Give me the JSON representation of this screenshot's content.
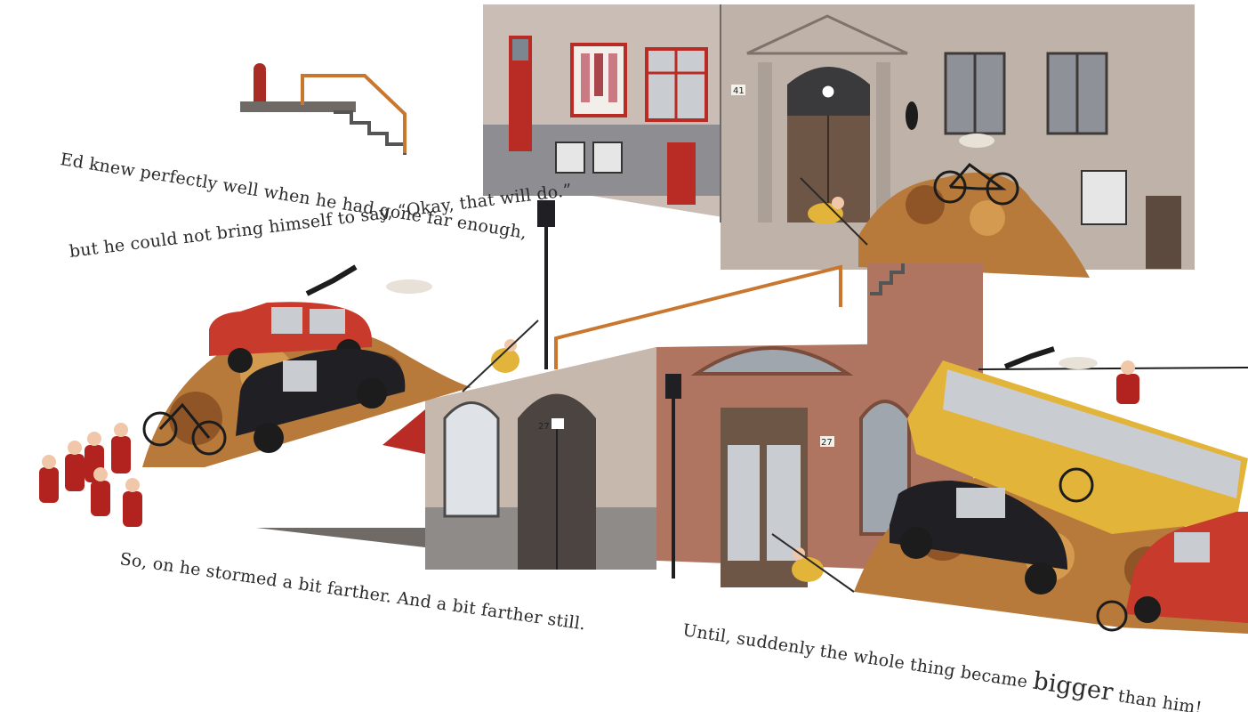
{
  "story_lines": [
    {
      "text": "Ed knew perfectly well when he had gone far enough,"
    },
    {
      "text": "but he could not bring himself to say, “Okay, that will do.”"
    },
    {
      "text": "So, on he stormed a bit farther. And a bit farther still."
    },
    {
      "before": "Until, suddenly the whole thing became ",
      "emphasis": "bigger",
      "after": " than him!"
    }
  ],
  "signs": {
    "house_number_upper": "41",
    "door_number_middle": "27",
    "door_number_right": "27"
  },
  "colors": {
    "leaves": "#b87a3a",
    "car_red": "#c73a2c",
    "car_black": "#1f1f24",
    "tram_yellow": "#e2b43a",
    "brick": "#b07560",
    "railing": "#c9772e",
    "tracksuit": "#b2231f"
  },
  "illustration_icons": [
    "fire-hydrant-icon",
    "street-lamp-icon",
    "bicycle-icon",
    "cat-icon",
    "dog-icon",
    "car-icon",
    "tram-icon",
    "person-icon"
  ]
}
